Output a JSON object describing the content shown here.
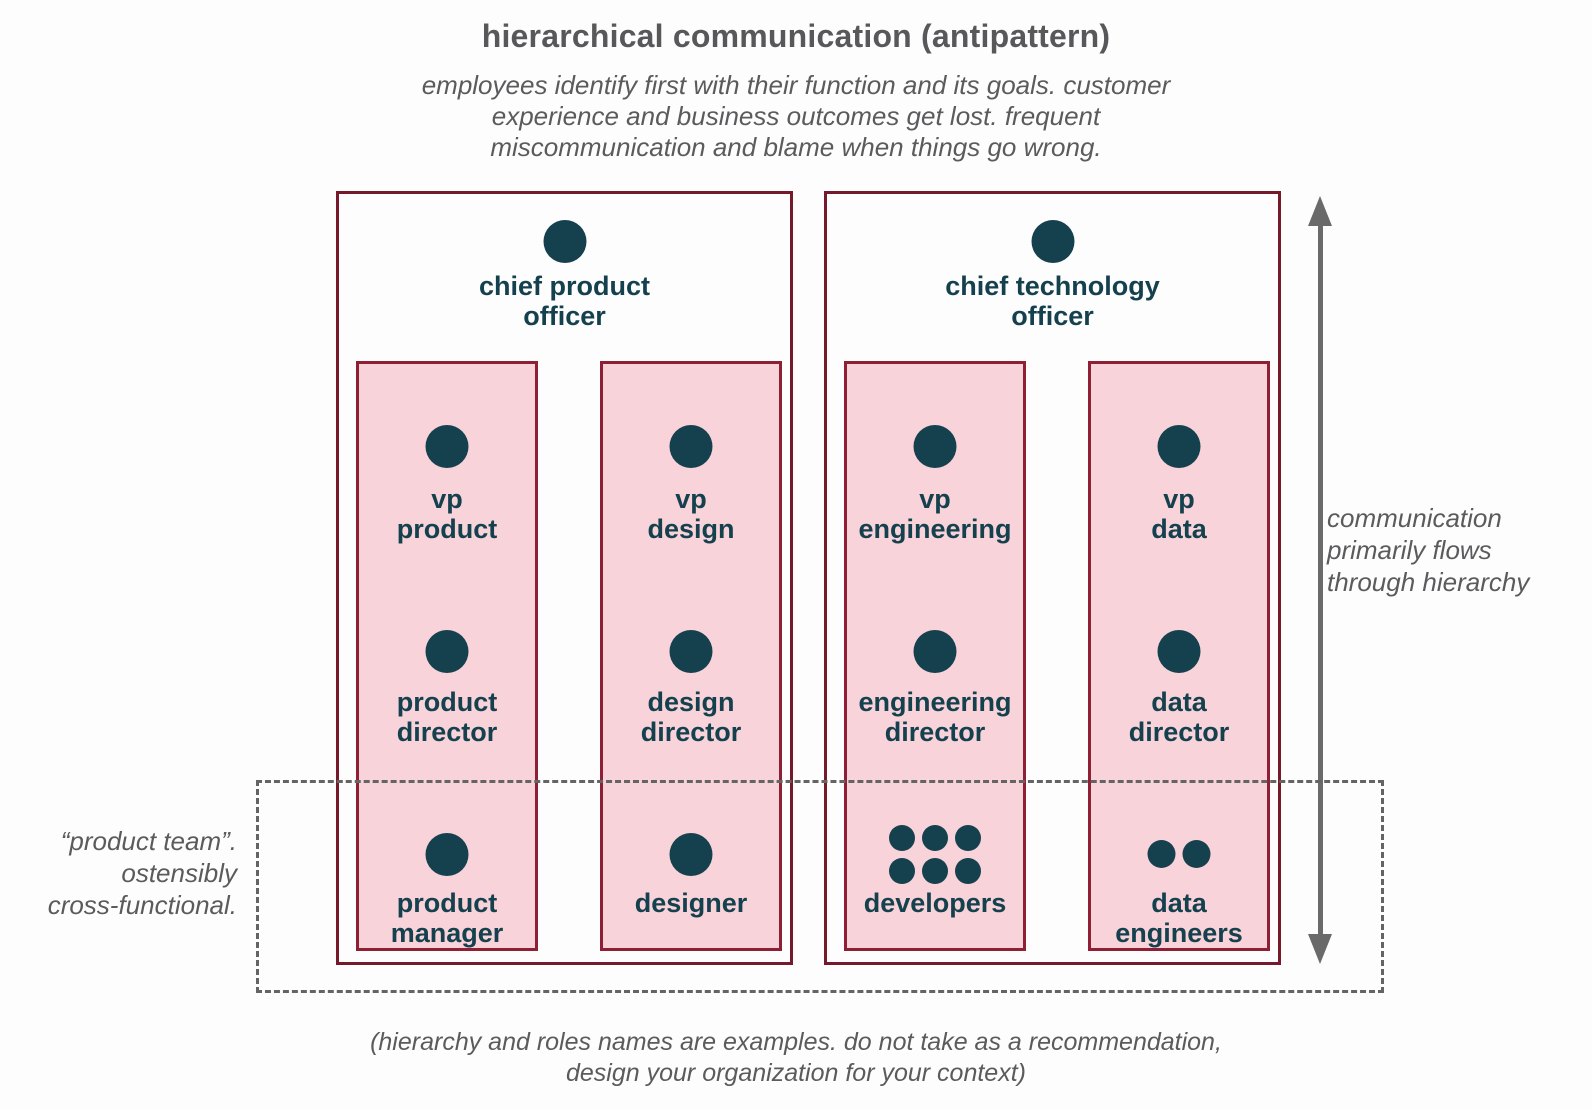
{
  "page": {
    "title": "hierarchical communication (antipattern)",
    "subtitle_lines": [
      "employees identify first with their function and its goals. customer",
      "experience and business outcomes get lost. frequent",
      "miscommunication and blame when things go wrong."
    ],
    "footnote_lines": [
      "(hierarchy and roles names are examples. do not take as a recommendation,",
      "design your organization for your context)"
    ]
  },
  "annotations": {
    "flow_lines": [
      "communication",
      "primarily flows",
      "through hierarchy"
    ],
    "product_team_lines": [
      "“product team”.",
      "ostensibly",
      "cross-functional."
    ]
  },
  "colors": {
    "teal": "#15404e",
    "outer_red": "#76192b",
    "inner_red": "#8e1f35",
    "pink": "#f8d3d9",
    "title_gray": "#58585a",
    "note_gray": "#5b5b5d",
    "dash_gray": "#646464",
    "arrow_gray": "#6a6a6a"
  },
  "org": {
    "groups": [
      {
        "name": "product",
        "leader": {
          "lines": [
            "chief product",
            "officer"
          ],
          "dots": 1
        },
        "columns": [
          {
            "name": "product",
            "roles": [
              {
                "lines": [
                  "vp",
                  "product"
                ],
                "dots": 1
              },
              {
                "lines": [
                  "product",
                  "director"
                ],
                "dots": 1
              },
              {
                "lines": [
                  "product",
                  "manager"
                ],
                "dots": 1
              }
            ]
          },
          {
            "name": "design",
            "roles": [
              {
                "lines": [
                  "vp",
                  "design"
                ],
                "dots": 1
              },
              {
                "lines": [
                  "design",
                  "director"
                ],
                "dots": 1
              },
              {
                "lines": [
                  "designer"
                ],
                "dots": 1
              }
            ]
          }
        ]
      },
      {
        "name": "technology",
        "leader": {
          "lines": [
            "chief technology",
            "officer"
          ],
          "dots": 1
        },
        "columns": [
          {
            "name": "engineering",
            "roles": [
              {
                "lines": [
                  "vp",
                  "engineering"
                ],
                "dots": 1
              },
              {
                "lines": [
                  "engineering",
                  "director"
                ],
                "dots": 1
              },
              {
                "lines": [
                  "developers"
                ],
                "dots": 6
              }
            ]
          },
          {
            "name": "data",
            "roles": [
              {
                "lines": [
                  "vp",
                  "data"
                ],
                "dots": 1
              },
              {
                "lines": [
                  "data",
                  "director"
                ],
                "dots": 1
              },
              {
                "lines": [
                  "data",
                  "engineers"
                ],
                "dots": 2
              }
            ]
          }
        ]
      }
    ]
  }
}
